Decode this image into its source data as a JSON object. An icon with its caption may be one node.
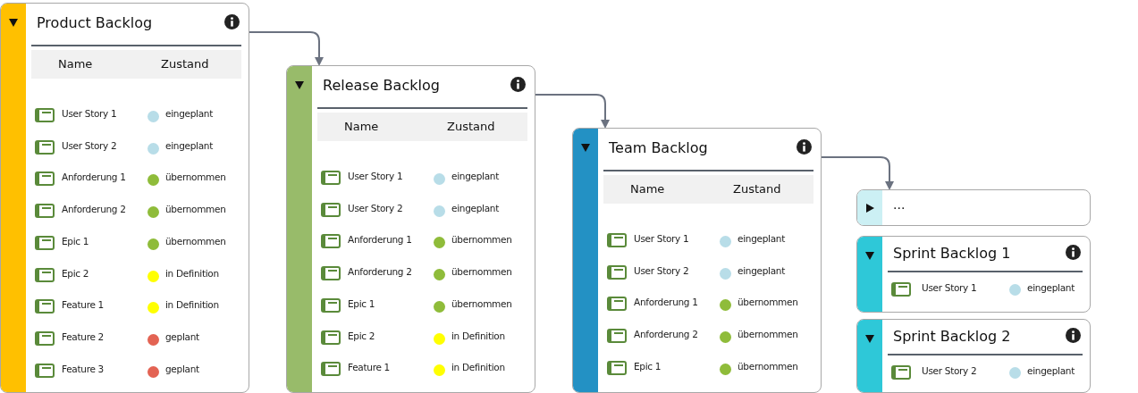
{
  "diagram": {
    "nodes": [
      {
        "text": [
          "Product Backlog",
          "Name",
          "Zustand"
        ]
      },
      {
        "text": [
          "User Story 1",
          "eingeplant"
        ],
        "in": 0
      },
      {
        "text": [
          "User Story 2",
          "eingeplant"
        ],
        "in": 0
      },
      {
        "text": [
          "Anforderung 1",
          "übernommen"
        ],
        "in": 0
      },
      {
        "text": [
          "Anforderung 2",
          "übernommen"
        ],
        "in": 0
      },
      {
        "text": [
          "Epic 1",
          "übernommen"
        ],
        "in": 0
      },
      {
        "text": [
          "Epic 2",
          "in Definition"
        ],
        "in": 0
      },
      {
        "text": [
          "Feature 1",
          "in Definition"
        ],
        "in": 0
      },
      {
        "text": [
          "Feature 2",
          "geplant"
        ],
        "in": 0
      },
      {
        "text": [
          "Feature 3",
          "geplant"
        ],
        "in": 0
      },
      {
        "text": [
          "Release Backlog",
          "Name",
          "Zustand"
        ]
      },
      {
        "text": [
          "User Story 1",
          "eingeplant"
        ],
        "in": 10
      },
      {
        "text": [
          "User Story 2",
          "eingeplant"
        ],
        "in": 10
      },
      {
        "text": [
          "Anforderung 1",
          "übernommen"
        ],
        "in": 10
      },
      {
        "text": [
          "Anforderung 2",
          "übernommen"
        ],
        "in": 10
      },
      {
        "text": [
          "Epic 1",
          "übernommen"
        ],
        "in": 10
      },
      {
        "text": [
          "Epic 2",
          "in Definition"
        ],
        "in": 10
      },
      {
        "text": [
          "Feature 1",
          "in Definition"
        ],
        "in": 10
      },
      {
        "text": [
          "Team Backlog",
          "Name",
          "Zustand"
        ]
      },
      {
        "text": [
          "User Story 1",
          "eingeplant"
        ],
        "in": 18
      },
      {
        "text": [
          "User Story 2",
          "eingeplant"
        ],
        "in": 18
      },
      {
        "text": [
          "Anforderung 1",
          "übernommen"
        ],
        "in": 18
      },
      {
        "text": [
          "Anforderung 2",
          "übernommen"
        ],
        "in": 18
      },
      {
        "text": [
          "Epic 1",
          "übernommen"
        ],
        "in": 18
      },
      {
        "text": [
          "..."
        ]
      },
      {
        "text": [
          "Sprint Backlog 1"
        ]
      },
      {
        "text": [
          "User Story 1",
          "eingeplant"
        ],
        "in": 25
      },
      {
        "text": [
          "Sprint Backlog 2"
        ]
      },
      {
        "text": [
          "User Story 2",
          "eingeplant"
        ],
        "in": 27
      }
    ],
    "edges": [
      {
        "from": 0,
        "to": 10,
        "arrow": "to"
      },
      {
        "from": 10,
        "to": 18,
        "arrow": "to"
      },
      {
        "from": 18,
        "to": 24,
        "arrow": "to"
      }
    ]
  }
}
